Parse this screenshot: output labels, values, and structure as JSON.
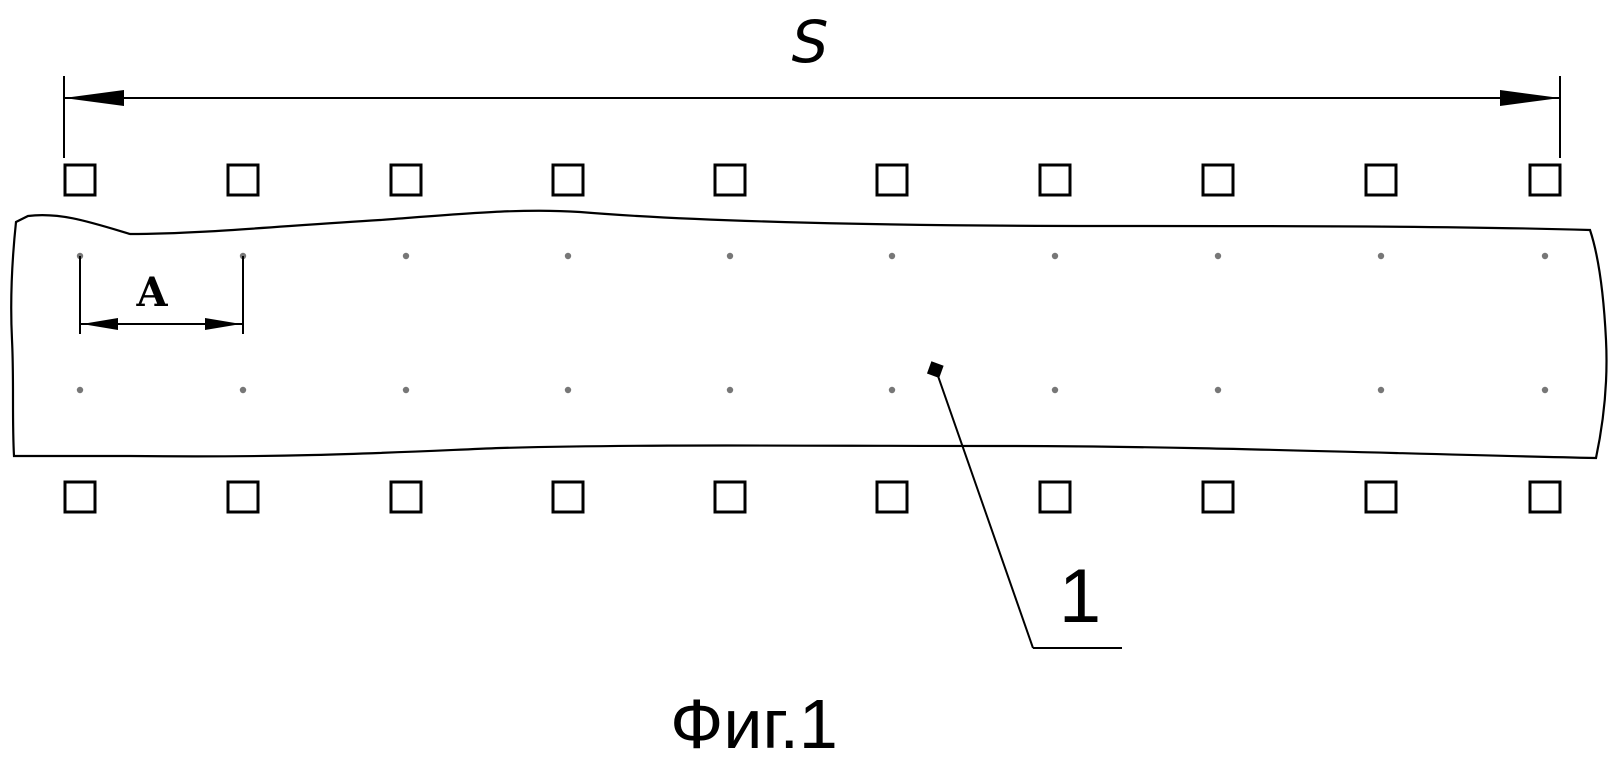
{
  "labels": {
    "overall_dimension": "S",
    "spacing_dimension": "A",
    "part_number": "1",
    "caption": "Фиг.1"
  },
  "counts": {
    "pads_per_row": 10,
    "holes_per_row": 10
  },
  "colors": {
    "ink": "#000000",
    "hole": "#777777",
    "background": "#ffffff"
  }
}
